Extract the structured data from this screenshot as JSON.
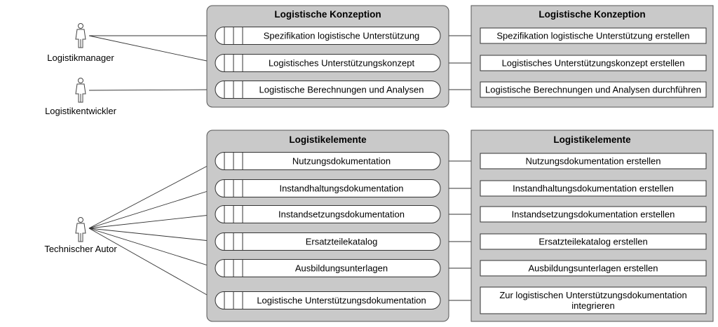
{
  "actors": [
    {
      "id": "manager",
      "label": "Logistikmanager"
    },
    {
      "id": "entwickler",
      "label": "Logistikentwickler"
    },
    {
      "id": "autor",
      "label": "Technischer Autor"
    }
  ],
  "groups": [
    {
      "title": "Logistische Konzeption",
      "items": [
        {
          "label": "Spezifikation logistische Unterstützung",
          "actors": [
            "manager"
          ]
        },
        {
          "label": "Logistisches Unterstützungskonzept",
          "actors": [
            "manager"
          ]
        },
        {
          "label": "Logistische Berechnungen und Analysen",
          "actors": [
            "entwickler"
          ]
        }
      ]
    },
    {
      "title": "Logistikelemente",
      "items": [
        {
          "label": "Nutzungsdokumentation",
          "actors": [
            "autor"
          ]
        },
        {
          "label": "Instandhaltungsdokumentation",
          "actors": [
            "autor"
          ]
        },
        {
          "label": "Instandsetzungsdokumentation",
          "actors": [
            "autor"
          ]
        },
        {
          "label": "Ersatzteilekatalog",
          "actors": [
            "autor"
          ]
        },
        {
          "label": "Ausbildungsunterlagen",
          "actors": [
            "autor"
          ]
        },
        {
          "label": "Logistische Unterstützungsdokumentation",
          "actors": [
            "autor"
          ]
        }
      ]
    }
  ],
  "process_groups": [
    {
      "title": "Logistische Konzeption",
      "items": [
        "Spezifikation logistische Unterstützung erstellen",
        "Logistisches Unterstützungskonzept erstellen",
        "Logistische Berechnungen und Analysen durchführen"
      ]
    },
    {
      "title": "Logistikelemente",
      "items": [
        "Nutzungsdokumentation erstellen",
        "Instandhaltungsdokumentation erstellen",
        "Instandsetzungsdokumentation erstellen",
        "Ersatzteilekatalog erstellen",
        "Ausbildungsunterlagen erstellen",
        [
          "Zur logistischen Unterstützungsdokumentation",
          "integrieren"
        ]
      ]
    }
  ]
}
